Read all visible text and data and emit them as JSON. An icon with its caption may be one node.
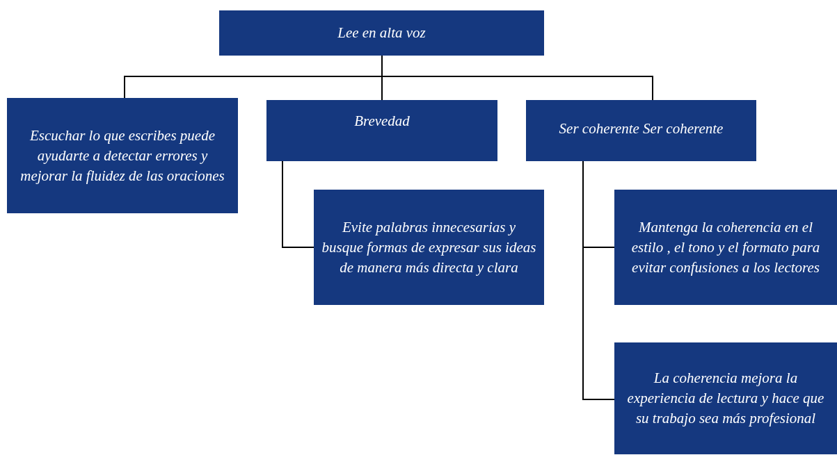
{
  "diagram": {
    "nodes": [
      {
        "text": [
          "Lee en alta voz"
        ]
      },
      {
        "text": [
          "Escuchar lo que escribes puede ayudarte a detectar errores y mejorar la fluidez de las oraciones"
        ]
      },
      {
        "text": [
          "Brevedad"
        ]
      },
      {
        "text": [
          "Ser coherente Ser coherente"
        ]
      },
      {
        "text": [
          "Evite palabras innecesarias y busque formas de expresar sus ideas de manera más directa y clara"
        ]
      },
      {
        "text": [
          "Mantenga la coherencia en el estilo , el tono y el formato para evitar confusiones a los lectores"
        ]
      },
      {
        "text": [
          "La coherencia mejora la experiencia de lectura y hace que su trabajo sea más profesional"
        ]
      }
    ],
    "edges": [
      {
        "from": 0,
        "to": 1,
        "arrow": "none"
      },
      {
        "from": 0,
        "to": 2,
        "arrow": "none"
      },
      {
        "from": 0,
        "to": 3,
        "arrow": "none"
      },
      {
        "from": 2,
        "to": 4,
        "arrow": "none"
      },
      {
        "from": 3,
        "to": 5,
        "arrow": "none"
      },
      {
        "from": 3,
        "to": 6,
        "arrow": "none"
      }
    ]
  }
}
